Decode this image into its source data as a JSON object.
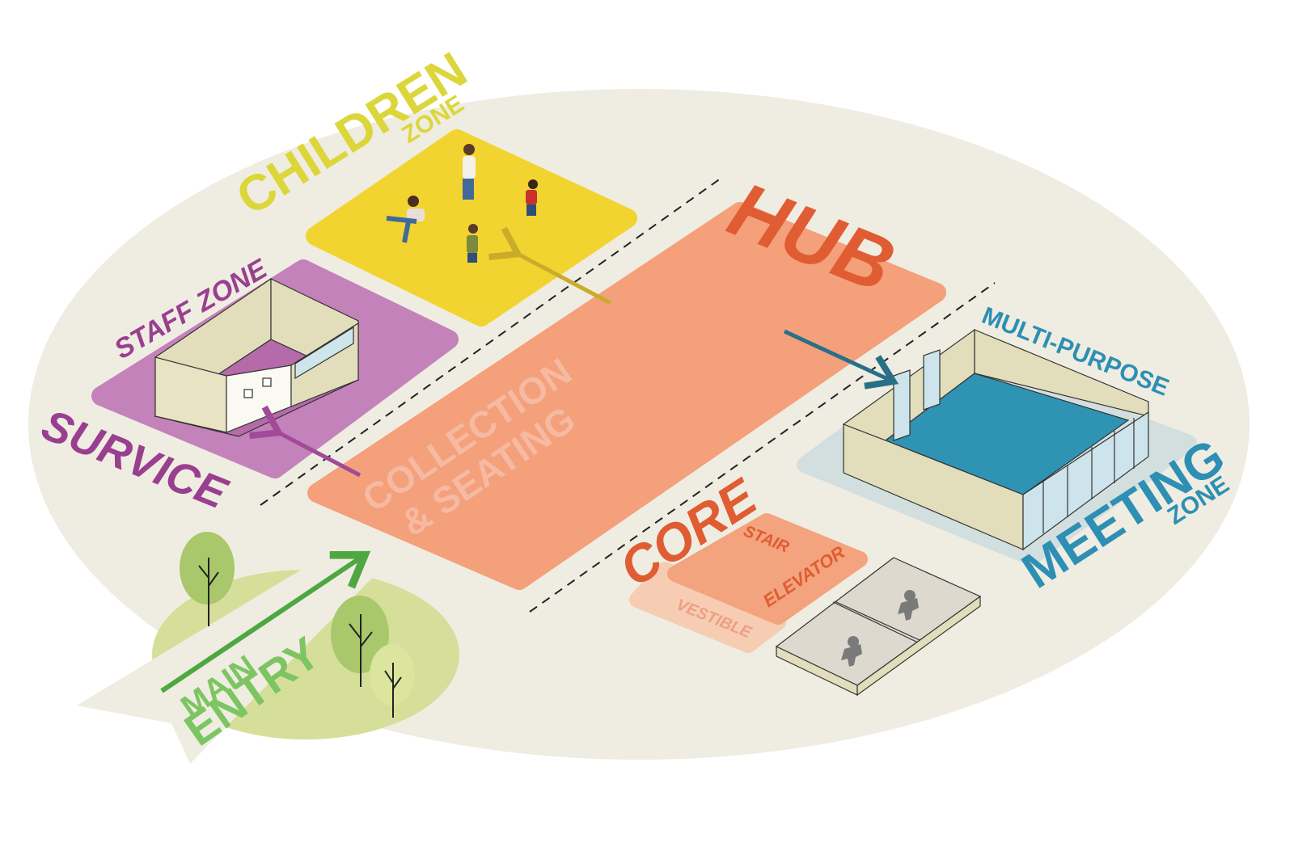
{
  "labels": {
    "children": "CHILDREN",
    "children_zone": "ZONE",
    "staff_zone": "STAFF ZONE",
    "survice": "SURVICE",
    "hub": "HUB",
    "collection": "COLLECTION",
    "seating": "& SEATING",
    "multi_purpose": "MULTI-PURPOSE",
    "meeting": "MEETING",
    "meeting_zone": "ZONE",
    "core": "CORE",
    "stair": "STAIR",
    "elevator": "ELEVATOR",
    "vestible": "VESTIBLE",
    "main": "MAIN",
    "entry": "ENTRY"
  },
  "colors": {
    "ground": "#efede2",
    "children": "#f2d431",
    "children_text": "#dcd63a",
    "staff": "#c482bb",
    "staff_text": "#9a3f8f",
    "hub": "#f4a07a",
    "hub_text": "#e05c32",
    "collection_text": "#f6b9a2",
    "meeting": "#2f93b3",
    "meeting_text": "#2e8fb4",
    "meeting_pad": "#d3dfdf",
    "core": "#f3a37d",
    "vestible": "#f6cdb3",
    "entry": "#64b852",
    "entry_text": "#7dc562",
    "green_patch": "#d6df9a",
    "wall": "#e2ddbb"
  },
  "icons": [
    "tree-icon",
    "arrow-icon",
    "person-icon",
    "restroom-icon"
  ]
}
